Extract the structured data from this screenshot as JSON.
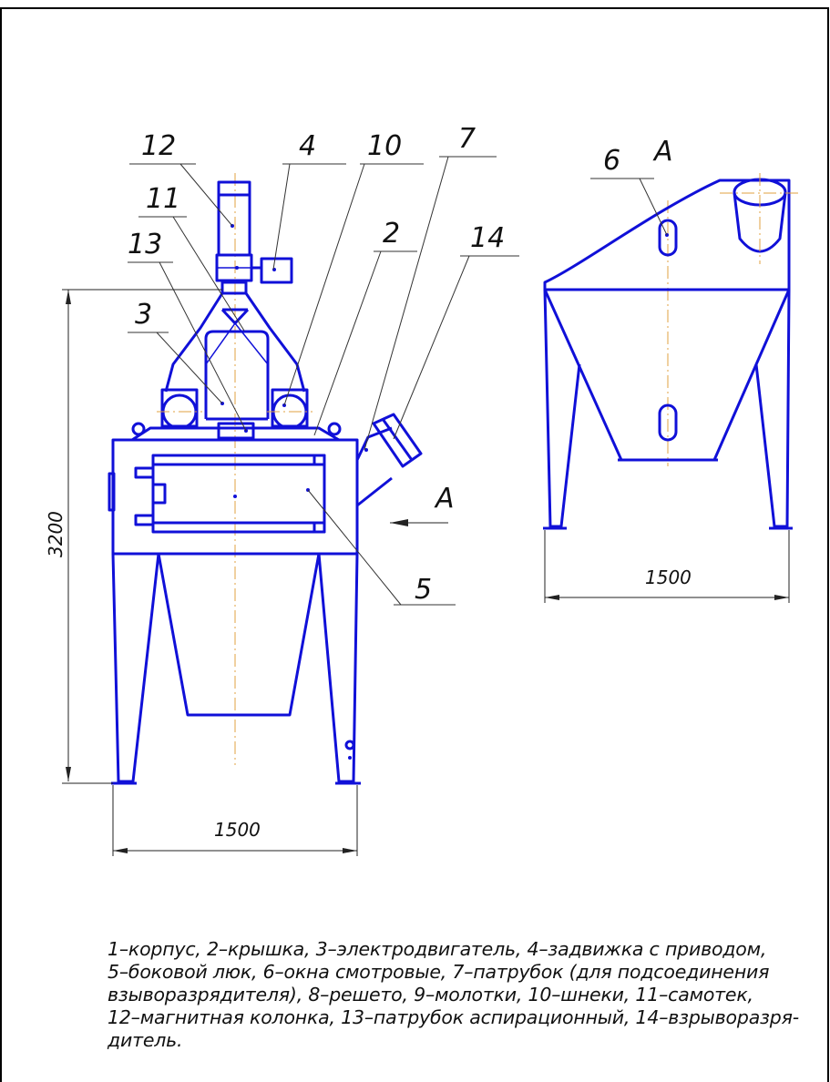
{
  "callouts": {
    "c12": "12",
    "c4": "4",
    "c10": "10",
    "c7": "7",
    "c11": "11",
    "c13": "13",
    "c2": "2",
    "c14": "14",
    "c3": "3",
    "c5": "5",
    "c6": "6"
  },
  "view_labels": {
    "view_a_title": "A",
    "view_a_arrow": "A"
  },
  "dimensions": {
    "height_main": "3200",
    "width_main": "1500",
    "width_side": "1500"
  },
  "legend": [
    "1–корпус, 2–крышка, 3–электродвигатель, 4–задвижка с приводом,",
    "5–боковой люк, 6–окна смотровые, 7–патрубок (для подсоединения",
    "взыворазрядителя), 8–решето, 9–молотки, 10–шнеки, 11–самотек,",
    "12–магнитная колонка, 13–патрубок аспирационный, 14–взрыворазря-",
    "дитель."
  ],
  "colors": {
    "outline": "#1010d8",
    "axis": "#e0a040",
    "frame": "#000000"
  }
}
